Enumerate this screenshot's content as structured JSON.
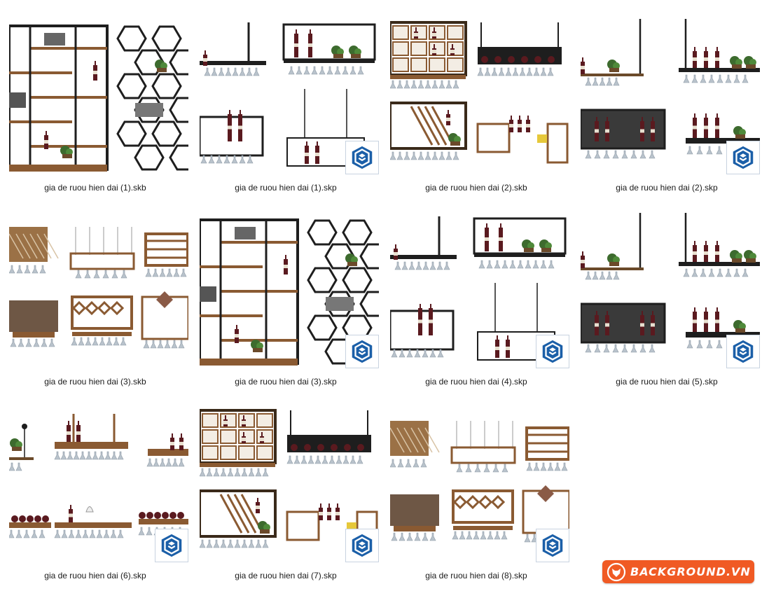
{
  "files": [
    {
      "name": "gia de ruou hien dai (1).skb",
      "icon": "shelf-hexagon",
      "badge": false
    },
    {
      "name": "gia de ruou hien dai (1).skp",
      "icon": "hanging-racks",
      "badge": true
    },
    {
      "name": "gia de ruou hien dai (2).skb",
      "icon": "cabinet-racks",
      "badge": false
    },
    {
      "name": "gia de ruou hien dai (2).skp",
      "icon": "ceiling-racks",
      "badge": true
    },
    {
      "name": "gia de ruou hien dai (3).skb",
      "icon": "wood-racks",
      "badge": false
    },
    {
      "name": "gia de ruou hien dai (3).skp",
      "icon": "shelf-hexagon",
      "badge": true
    },
    {
      "name": "gia de ruou hien dai (4).skp",
      "icon": "pipe-racks",
      "badge": true
    },
    {
      "name": "gia de ruou hien dai (5).skp",
      "icon": "ceiling-racks-2",
      "badge": true
    },
    {
      "name": "gia de ruou hien dai (6).skp",
      "icon": "glass-racks",
      "badge": true
    },
    {
      "name": "gia de ruou hien dai (7).skp",
      "icon": "cabinet-racks",
      "badge": true
    },
    {
      "name": "gia de ruou hien dai (8).skp",
      "icon": "wood-racks",
      "badge": true
    }
  ],
  "brand": {
    "text": "BACKGROUND.VN",
    "color": "#f05a24"
  },
  "colors": {
    "wood": "#8a5a32",
    "metal": "#1e1e1e",
    "glass": "#b9c3cc",
    "wine": "#5a1a1f",
    "sketchup": "#1b5fa8"
  }
}
